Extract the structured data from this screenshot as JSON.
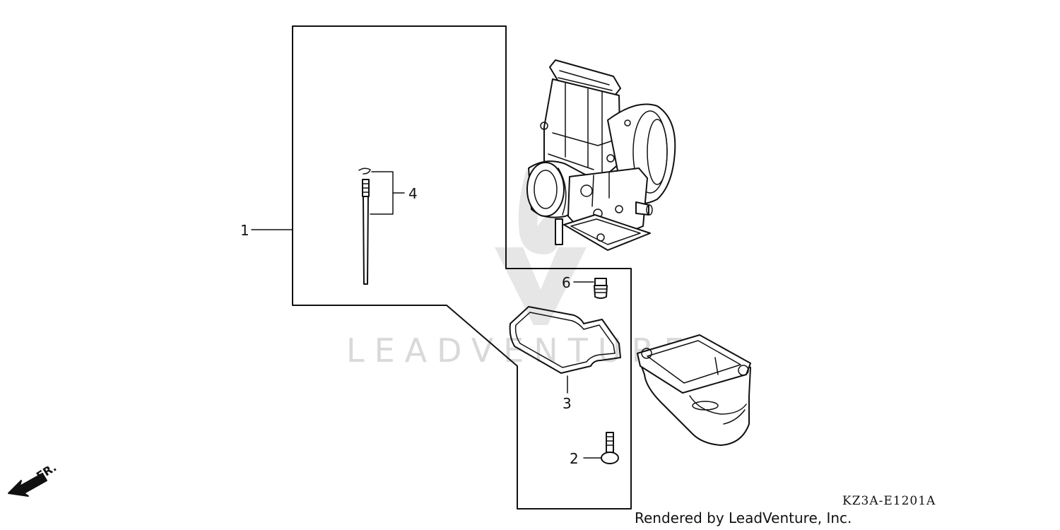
{
  "diagram": {
    "callouts": [
      "1",
      "2",
      "3",
      "4",
      "6"
    ],
    "direction_label": "FR.",
    "figure_code": "KZ3A-E1201A",
    "render_credit": "Rendered by LeadVenture, Inc.",
    "watermark": "LEADVENTURE"
  }
}
